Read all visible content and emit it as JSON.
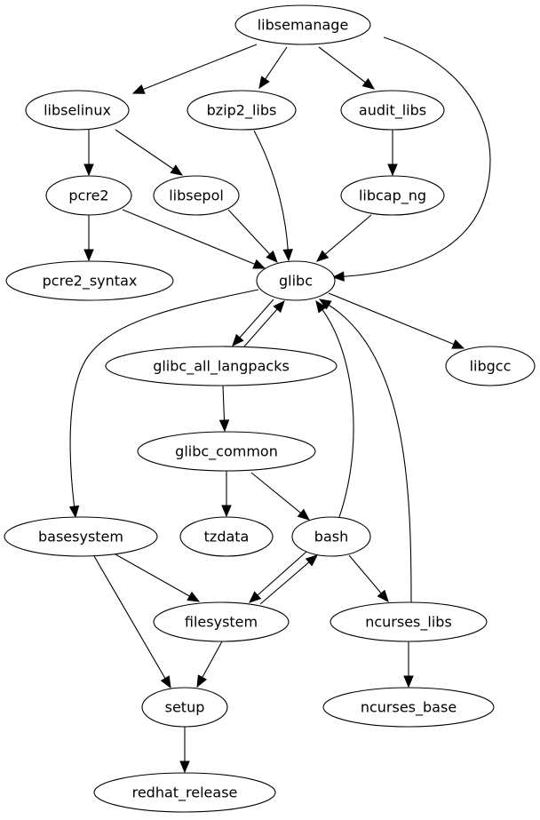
{
  "diagram": {
    "type": "directed-graph",
    "title": "",
    "nodes": [
      {
        "id": "libsemanage",
        "label": "libsemanage"
      },
      {
        "id": "libselinux",
        "label": "libselinux"
      },
      {
        "id": "bzip2_libs",
        "label": "bzip2_libs"
      },
      {
        "id": "audit_libs",
        "label": "audit_libs"
      },
      {
        "id": "pcre2",
        "label": "pcre2"
      },
      {
        "id": "libsepol",
        "label": "libsepol"
      },
      {
        "id": "libcap_ng",
        "label": "libcap_ng"
      },
      {
        "id": "pcre2_syntax",
        "label": "pcre2_syntax"
      },
      {
        "id": "glibc",
        "label": "glibc"
      },
      {
        "id": "glibc_all_langpacks",
        "label": "glibc_all_langpacks"
      },
      {
        "id": "libgcc",
        "label": "libgcc"
      },
      {
        "id": "glibc_common",
        "label": "glibc_common"
      },
      {
        "id": "basesystem",
        "label": "basesystem"
      },
      {
        "id": "tzdata",
        "label": "tzdata"
      },
      {
        "id": "bash",
        "label": "bash"
      },
      {
        "id": "filesystem",
        "label": "filesystem"
      },
      {
        "id": "ncurses_libs",
        "label": "ncurses_libs"
      },
      {
        "id": "setup",
        "label": "setup"
      },
      {
        "id": "ncurses_base",
        "label": "ncurses_base"
      },
      {
        "id": "redhat_release",
        "label": "redhat_release"
      }
    ],
    "edges": [
      {
        "from": "libsemanage",
        "to": "libselinux"
      },
      {
        "from": "libsemanage",
        "to": "bzip2_libs"
      },
      {
        "from": "libsemanage",
        "to": "audit_libs"
      },
      {
        "from": "libsemanage",
        "to": "glibc"
      },
      {
        "from": "libselinux",
        "to": "pcre2"
      },
      {
        "from": "libselinux",
        "to": "libsepol"
      },
      {
        "from": "audit_libs",
        "to": "libcap_ng"
      },
      {
        "from": "pcre2",
        "to": "pcre2_syntax"
      },
      {
        "from": "pcre2",
        "to": "glibc"
      },
      {
        "from": "libsepol",
        "to": "glibc"
      },
      {
        "from": "bzip2_libs",
        "to": "glibc"
      },
      {
        "from": "libcap_ng",
        "to": "glibc"
      },
      {
        "from": "glibc",
        "to": "glibc_all_langpacks"
      },
      {
        "from": "glibc_all_langpacks",
        "to": "glibc"
      },
      {
        "from": "glibc",
        "to": "libgcc"
      },
      {
        "from": "glibc",
        "to": "basesystem"
      },
      {
        "from": "glibc_all_langpacks",
        "to": "glibc_common"
      },
      {
        "from": "glibc_common",
        "to": "tzdata"
      },
      {
        "from": "glibc_common",
        "to": "bash"
      },
      {
        "from": "bash",
        "to": "glibc"
      },
      {
        "from": "ncurses_libs",
        "to": "glibc"
      },
      {
        "from": "basesystem",
        "to": "filesystem"
      },
      {
        "from": "basesystem",
        "to": "setup"
      },
      {
        "from": "bash",
        "to": "filesystem"
      },
      {
        "from": "filesystem",
        "to": "bash"
      },
      {
        "from": "bash",
        "to": "ncurses_libs"
      },
      {
        "from": "filesystem",
        "to": "setup"
      },
      {
        "from": "ncurses_libs",
        "to": "ncurses_base"
      },
      {
        "from": "setup",
        "to": "redhat_release"
      }
    ]
  },
  "colors": {
    "background": "#ffffff",
    "stroke": "#000000",
    "text": "#000000"
  }
}
